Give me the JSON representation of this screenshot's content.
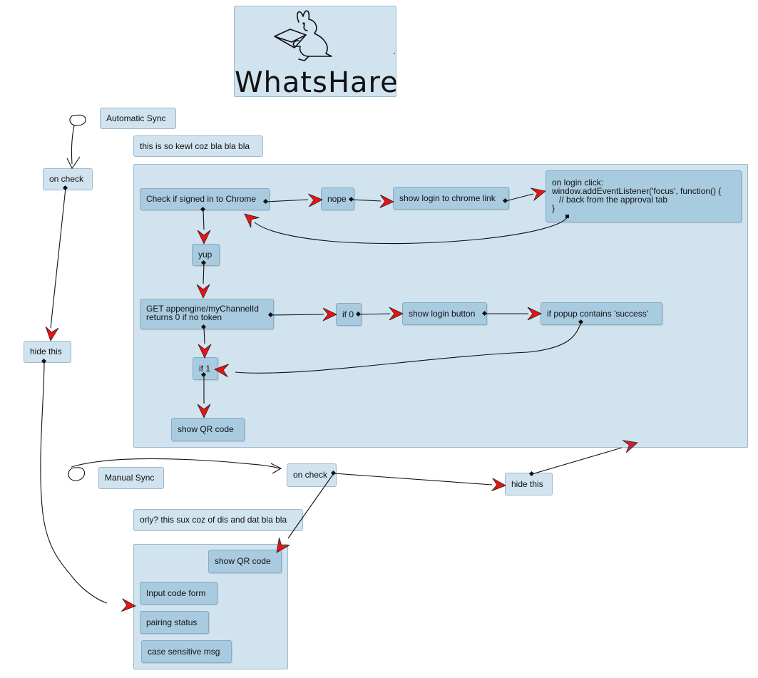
{
  "logo": {
    "text": "WhatsHare",
    "icon": "hare-with-envelope-icon"
  },
  "automatic": {
    "title": "Automatic Sync",
    "note": "this is so kewl coz bla bla bla",
    "on_check": "on check",
    "hide_this": "hide this",
    "flow": {
      "check_signed_in": "Check if signed in to Chrome",
      "nope": "nope",
      "show_login_link": "show login to chrome link",
      "on_login_click": [
        "on login click:",
        "window.addEventListener('focus', function() {",
        "   // back from the approval tab",
        "}"
      ],
      "yup": "yup",
      "get_channel": [
        "GET appengine/myChannelId",
        "returns 0 if no token"
      ],
      "if_0": "if 0",
      "show_login_button": "show login button",
      "if_popup_success": "if popup contains 'success'",
      "if_1": "if 1",
      "show_qr": "show QR code"
    }
  },
  "manual": {
    "title": "Manual Sync",
    "note": "orly? this sux coz of dis and dat bla bla",
    "on_check": "on check",
    "hide_this": "hide this",
    "panel": {
      "show_qr": "show QR code",
      "input_code_form": "Input code form",
      "pairing_status": "pairing status",
      "case_sensitive_msg": "case sensitive msg"
    }
  },
  "colors": {
    "panel": "#d1e3ef",
    "node": "#a9cbe0",
    "arrowhead": "#ee1111",
    "line": "#000000"
  }
}
